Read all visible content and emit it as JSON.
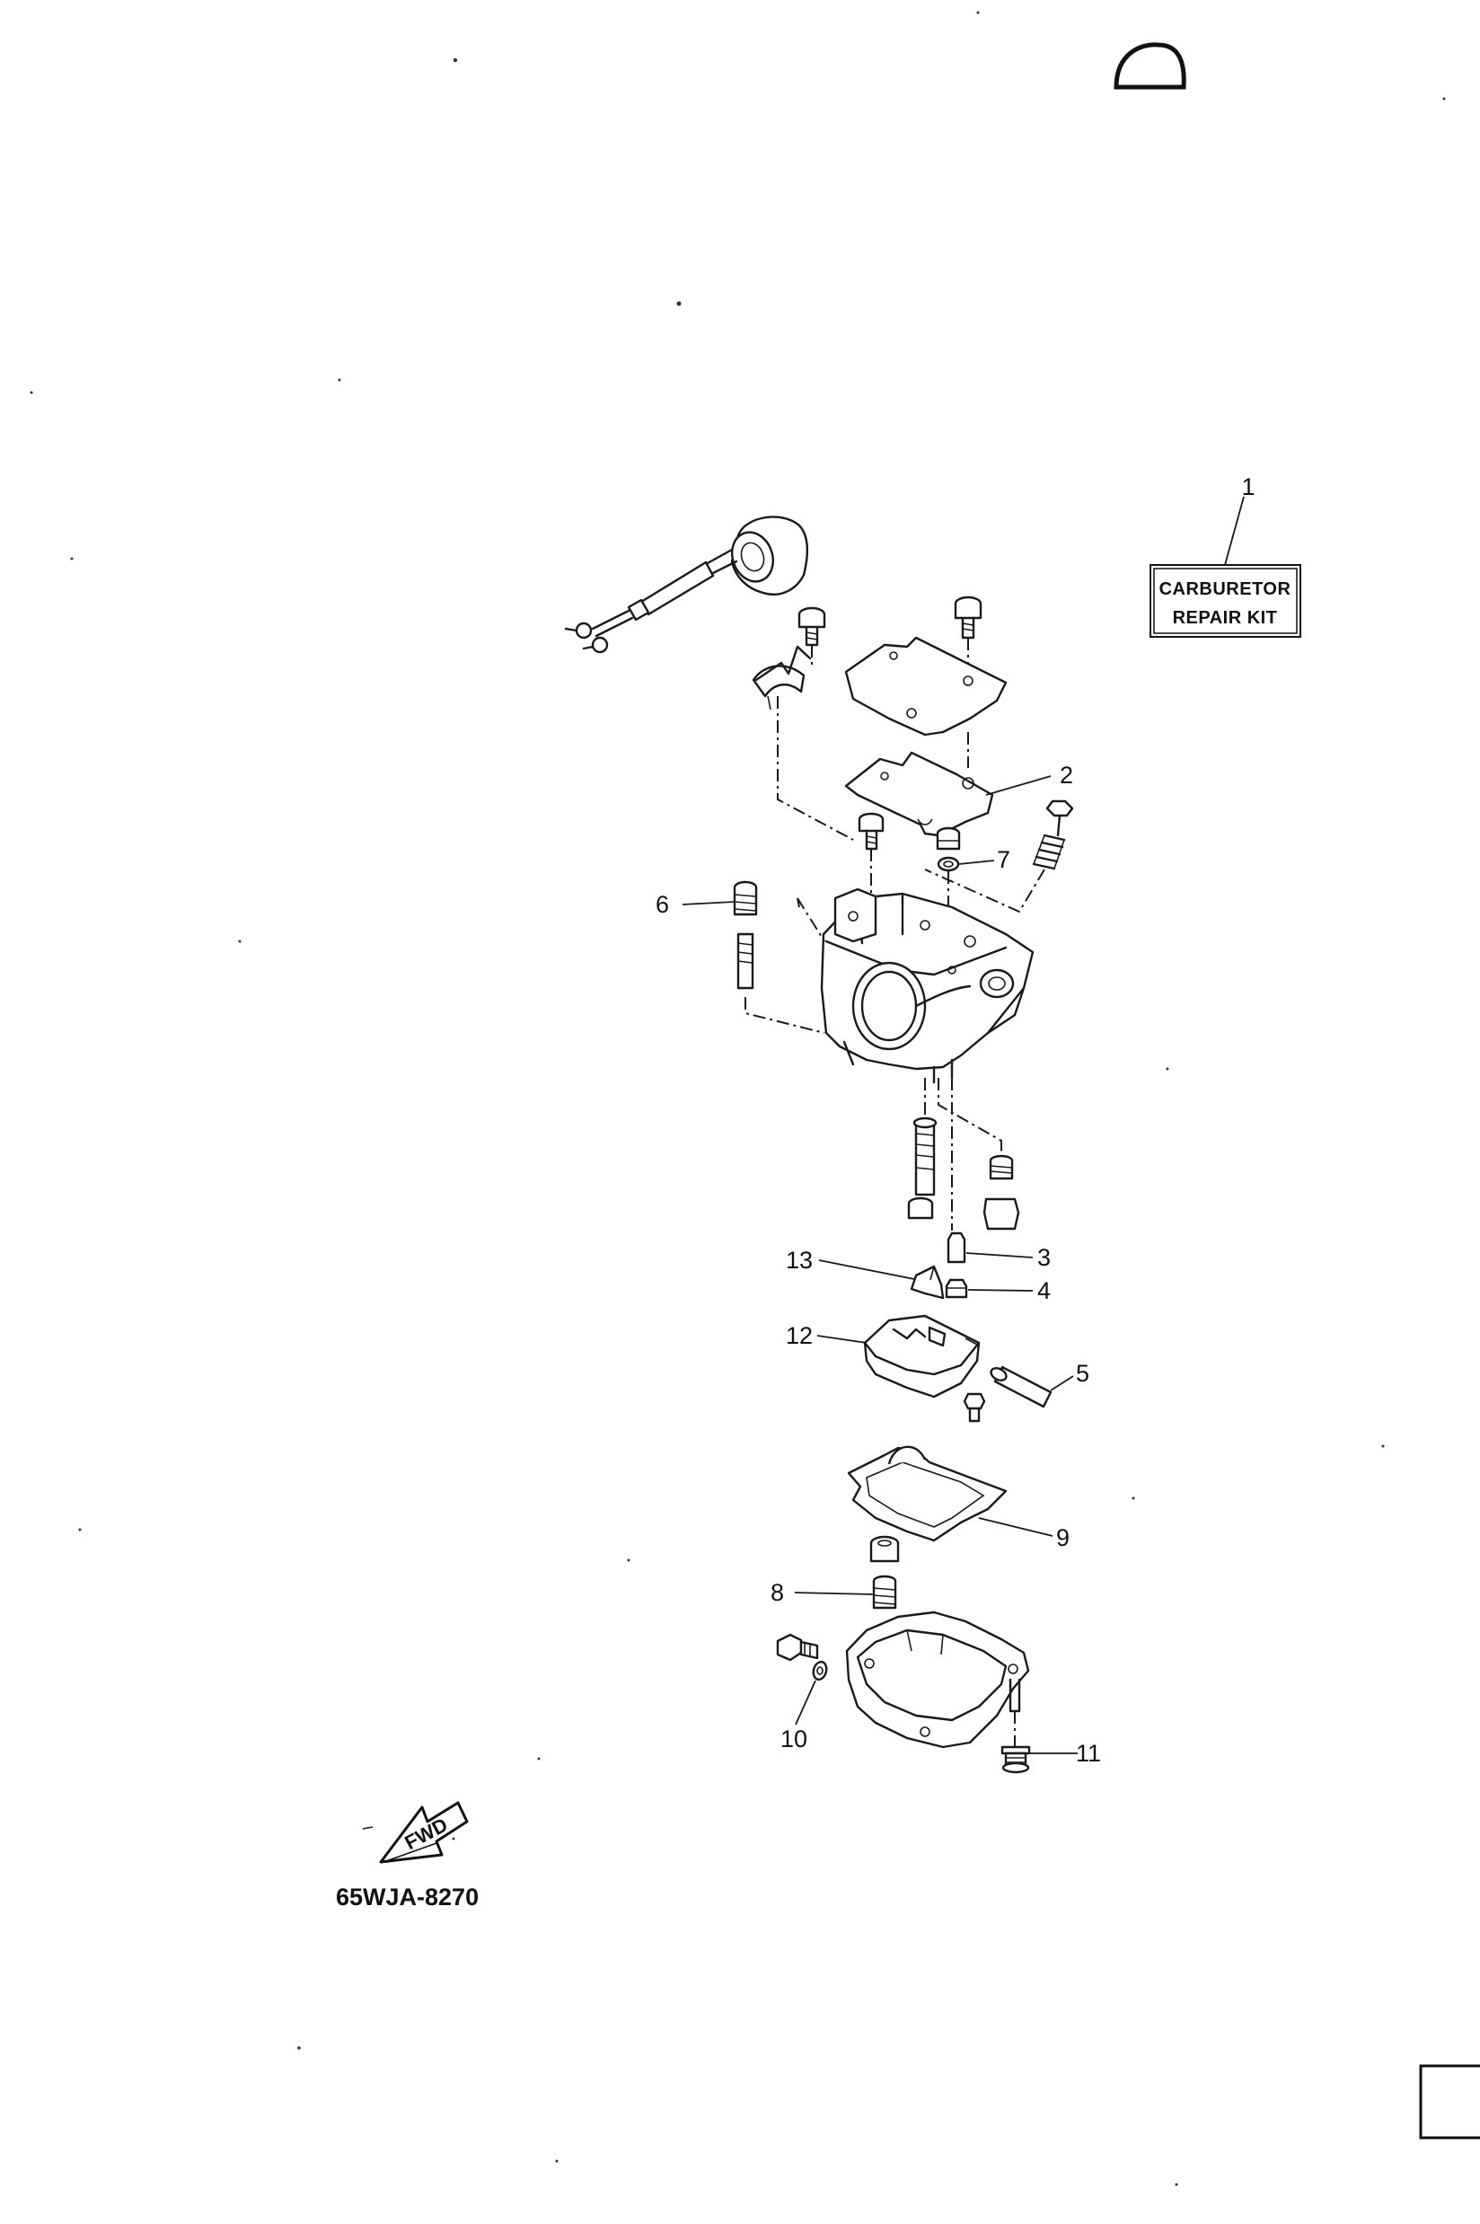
{
  "kit_label": {
    "line1": "CARBURETOR",
    "line2": "REPAIR KIT"
  },
  "callouts": {
    "c1": "1",
    "c2": "2",
    "c3": "3",
    "c4": "4",
    "c5": "5",
    "c6": "6",
    "c7": "7",
    "c8": "8",
    "c9": "9",
    "c10": "10",
    "c11": "11",
    "c12": "12",
    "c13": "13"
  },
  "fwd_label": "FWD",
  "diagram_code": "65WJA-8270"
}
